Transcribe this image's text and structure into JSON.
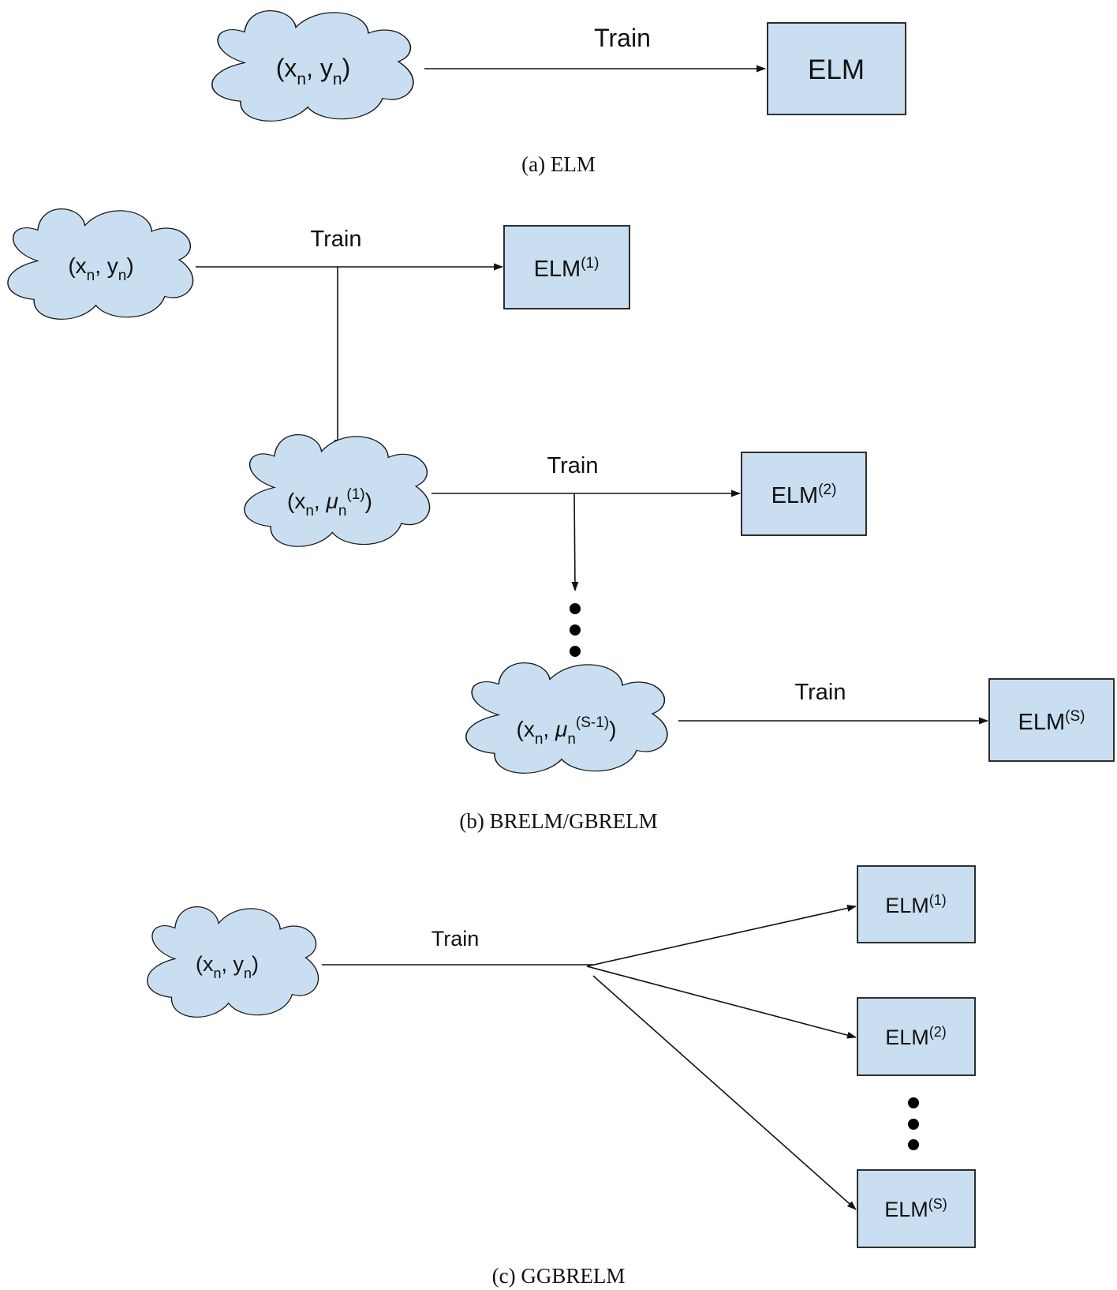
{
  "panel_a": {
    "caption": "(a)  ELM",
    "source": {
      "open": "(x",
      "sub1": "n",
      "sep": ", y",
      "sub2": "n",
      "close": ")"
    },
    "edge_label": "Train",
    "target": {
      "label": "ELM"
    }
  },
  "panel_b": {
    "caption": "(b)  BRELM/GBRELM",
    "source": {
      "open": "(x",
      "sub1": "n",
      "sep": ", y",
      "sub2": "n",
      "close": ")"
    },
    "stage2_source": {
      "open": "(x",
      "sub1": "n",
      "sep": ", ",
      "mu": "μ",
      "sub2": "n",
      "sup": "(1)",
      "close": ")"
    },
    "stage_s_source": {
      "open": "(x",
      "sub1": "n",
      "sep": ", ",
      "mu": "μ",
      "sub2": "n",
      "sup": "(S-1)",
      "close": ")"
    },
    "edge_label_1": "Train",
    "edge_label_2": "Train",
    "edge_label_s": "Train",
    "elm_1": {
      "label": "ELM",
      "sup": "(1)"
    },
    "elm_2": {
      "label": "ELM",
      "sup": "(2)"
    },
    "elm_s": {
      "label": "ELM",
      "sup": "(S)"
    }
  },
  "panel_c": {
    "caption": "(c)  GGBRELM",
    "source": {
      "open": "(x",
      "sub1": "n",
      "sep": ", y",
      "sub2": "n",
      "close": ")"
    },
    "edge_label": "Train",
    "elm_1": {
      "label": "ELM",
      "sup": "(1)"
    },
    "elm_2": {
      "label": "ELM",
      "sup": "(2)"
    },
    "elm_s": {
      "label": "ELM",
      "sup": "(S)"
    }
  },
  "colors": {
    "node_fill": "#c9def0",
    "stroke": "#1a1a1a"
  }
}
